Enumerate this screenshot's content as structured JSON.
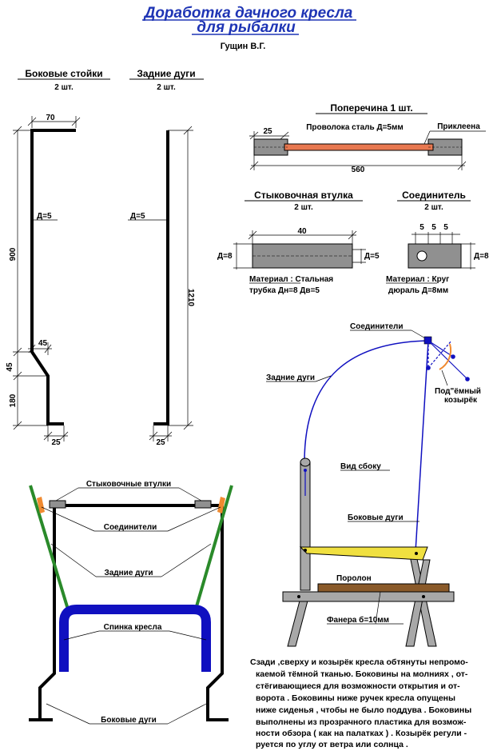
{
  "title": {
    "line1": "Доработка  дачного  кресла",
    "line2": "для  рыбалки",
    "author": "Гущин В.Г."
  },
  "side_posts": {
    "heading": "Боковые  стойки",
    "qty": "2 шт.",
    "dim_top": "70",
    "dim_height": "900",
    "diameter": "Д=5",
    "dim_45a": "45",
    "dim_45b": "45",
    "dim_180": "180",
    "dim_foot": "25"
  },
  "rear_arcs": {
    "heading": "Задние  дуги",
    "qty": "2 шт.",
    "diameter": "Д=5",
    "dim_height": "1210",
    "dim_foot": "25"
  },
  "crossbar": {
    "heading": "Поперечина    1 шт.",
    "wire": "Проволока сталь Д=5мм",
    "glued": "Приклеена",
    "dim_25": "25",
    "dim_560": "560"
  },
  "sleeve": {
    "heading": "Стыковочная   втулка",
    "qty": "2 шт.",
    "dim_len": "40",
    "dim_d8": "Д=8",
    "dim_d5": "Д=5",
    "material_1": "Материал : Стальная",
    "material_2": "трубка Дн=8  Дв=5"
  },
  "connector": {
    "heading": "Соединитель",
    "qty": "2 шт.",
    "dims": [
      "5",
      "5",
      "5"
    ],
    "dim_d8": "Д=8",
    "material_1": "Материал : Круг",
    "material_2": "дюраль  Д=8мм"
  },
  "side_view": {
    "connectors": "Соединители",
    "rear_arcs": "Задние  дуги",
    "visor_1": "Под\"ёмный",
    "visor_2": "козырёк",
    "view_label": "Вид  сбоку",
    "side_arcs": "Боковые  дуги",
    "foam": "Поролон",
    "plywood": "Фанера б=10мм"
  },
  "front_view": {
    "sleeves": "Стыковочные  втулки",
    "connectors": "Соединители",
    "rear_arcs": "Задние  дуги",
    "back": "Спинка  кресла",
    "side_arcs": "Боковые   дуги"
  },
  "note_lines": [
    "Сзади ,сверху и козырёк кресла обтянуты непромо-",
    "каемой тёмной тканью. Боковины на молниях , от-",
    "стёгивающиеся для возможности открытия и от-",
    "ворота . Боковины ниже ручек кресла опущены",
    "ниже сиденья , чтобы не было поддува . Боковины",
    "выполнены из прозрачного пластика для возмож-",
    "ности обзора ( как на палатках ) . Козырёк  регули -",
    "руется по углу от ветра или солнца ."
  ],
  "colors": {
    "title": "#1f35b5",
    "wire_fill": "#e87850",
    "rod_fill": "#909090",
    "arc_blue": "#1010c0",
    "arc_green": "#2a8a2a",
    "seat_yellow": "#f0e040",
    "board_brown": "#8a5a2a",
    "chair_gray": "#a8a8a8",
    "orange": "#f08a30"
  }
}
